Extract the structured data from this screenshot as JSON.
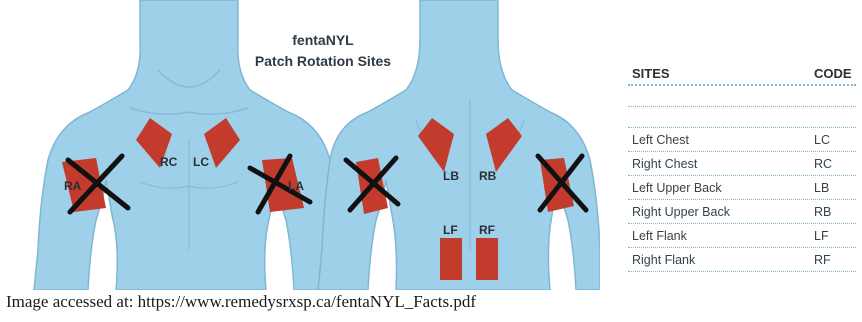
{
  "figure": {
    "title_line1": "fentaNYL",
    "title_line2": "Patch Rotation Sites",
    "front_labels": {
      "ra": "RA",
      "rc": "RC",
      "lc": "LC",
      "la": "LA"
    },
    "back_labels": {
      "lb": "LB",
      "rb": "RB",
      "lf": "LF",
      "rf": "RF"
    },
    "colors": {
      "body": "#9ed0ea",
      "body_outline": "#7fb6d3",
      "patch": "#c23b2c",
      "cross": "#111111"
    }
  },
  "table": {
    "header_sites": "SITES",
    "header_code": "CODE",
    "rows": [
      {
        "site": "Left Chest",
        "code": "LC"
      },
      {
        "site": "Right Chest",
        "code": "RC"
      },
      {
        "site": "Left Upper Back",
        "code": "LB"
      },
      {
        "site": "Right Upper Back",
        "code": "RB"
      },
      {
        "site": "Left Flank",
        "code": "LF"
      },
      {
        "site": "Right Flank",
        "code": "RF"
      }
    ]
  },
  "caption": "Image accessed at: https://www.remedysrxsp.ca/fentaNYL_Facts.pdf"
}
